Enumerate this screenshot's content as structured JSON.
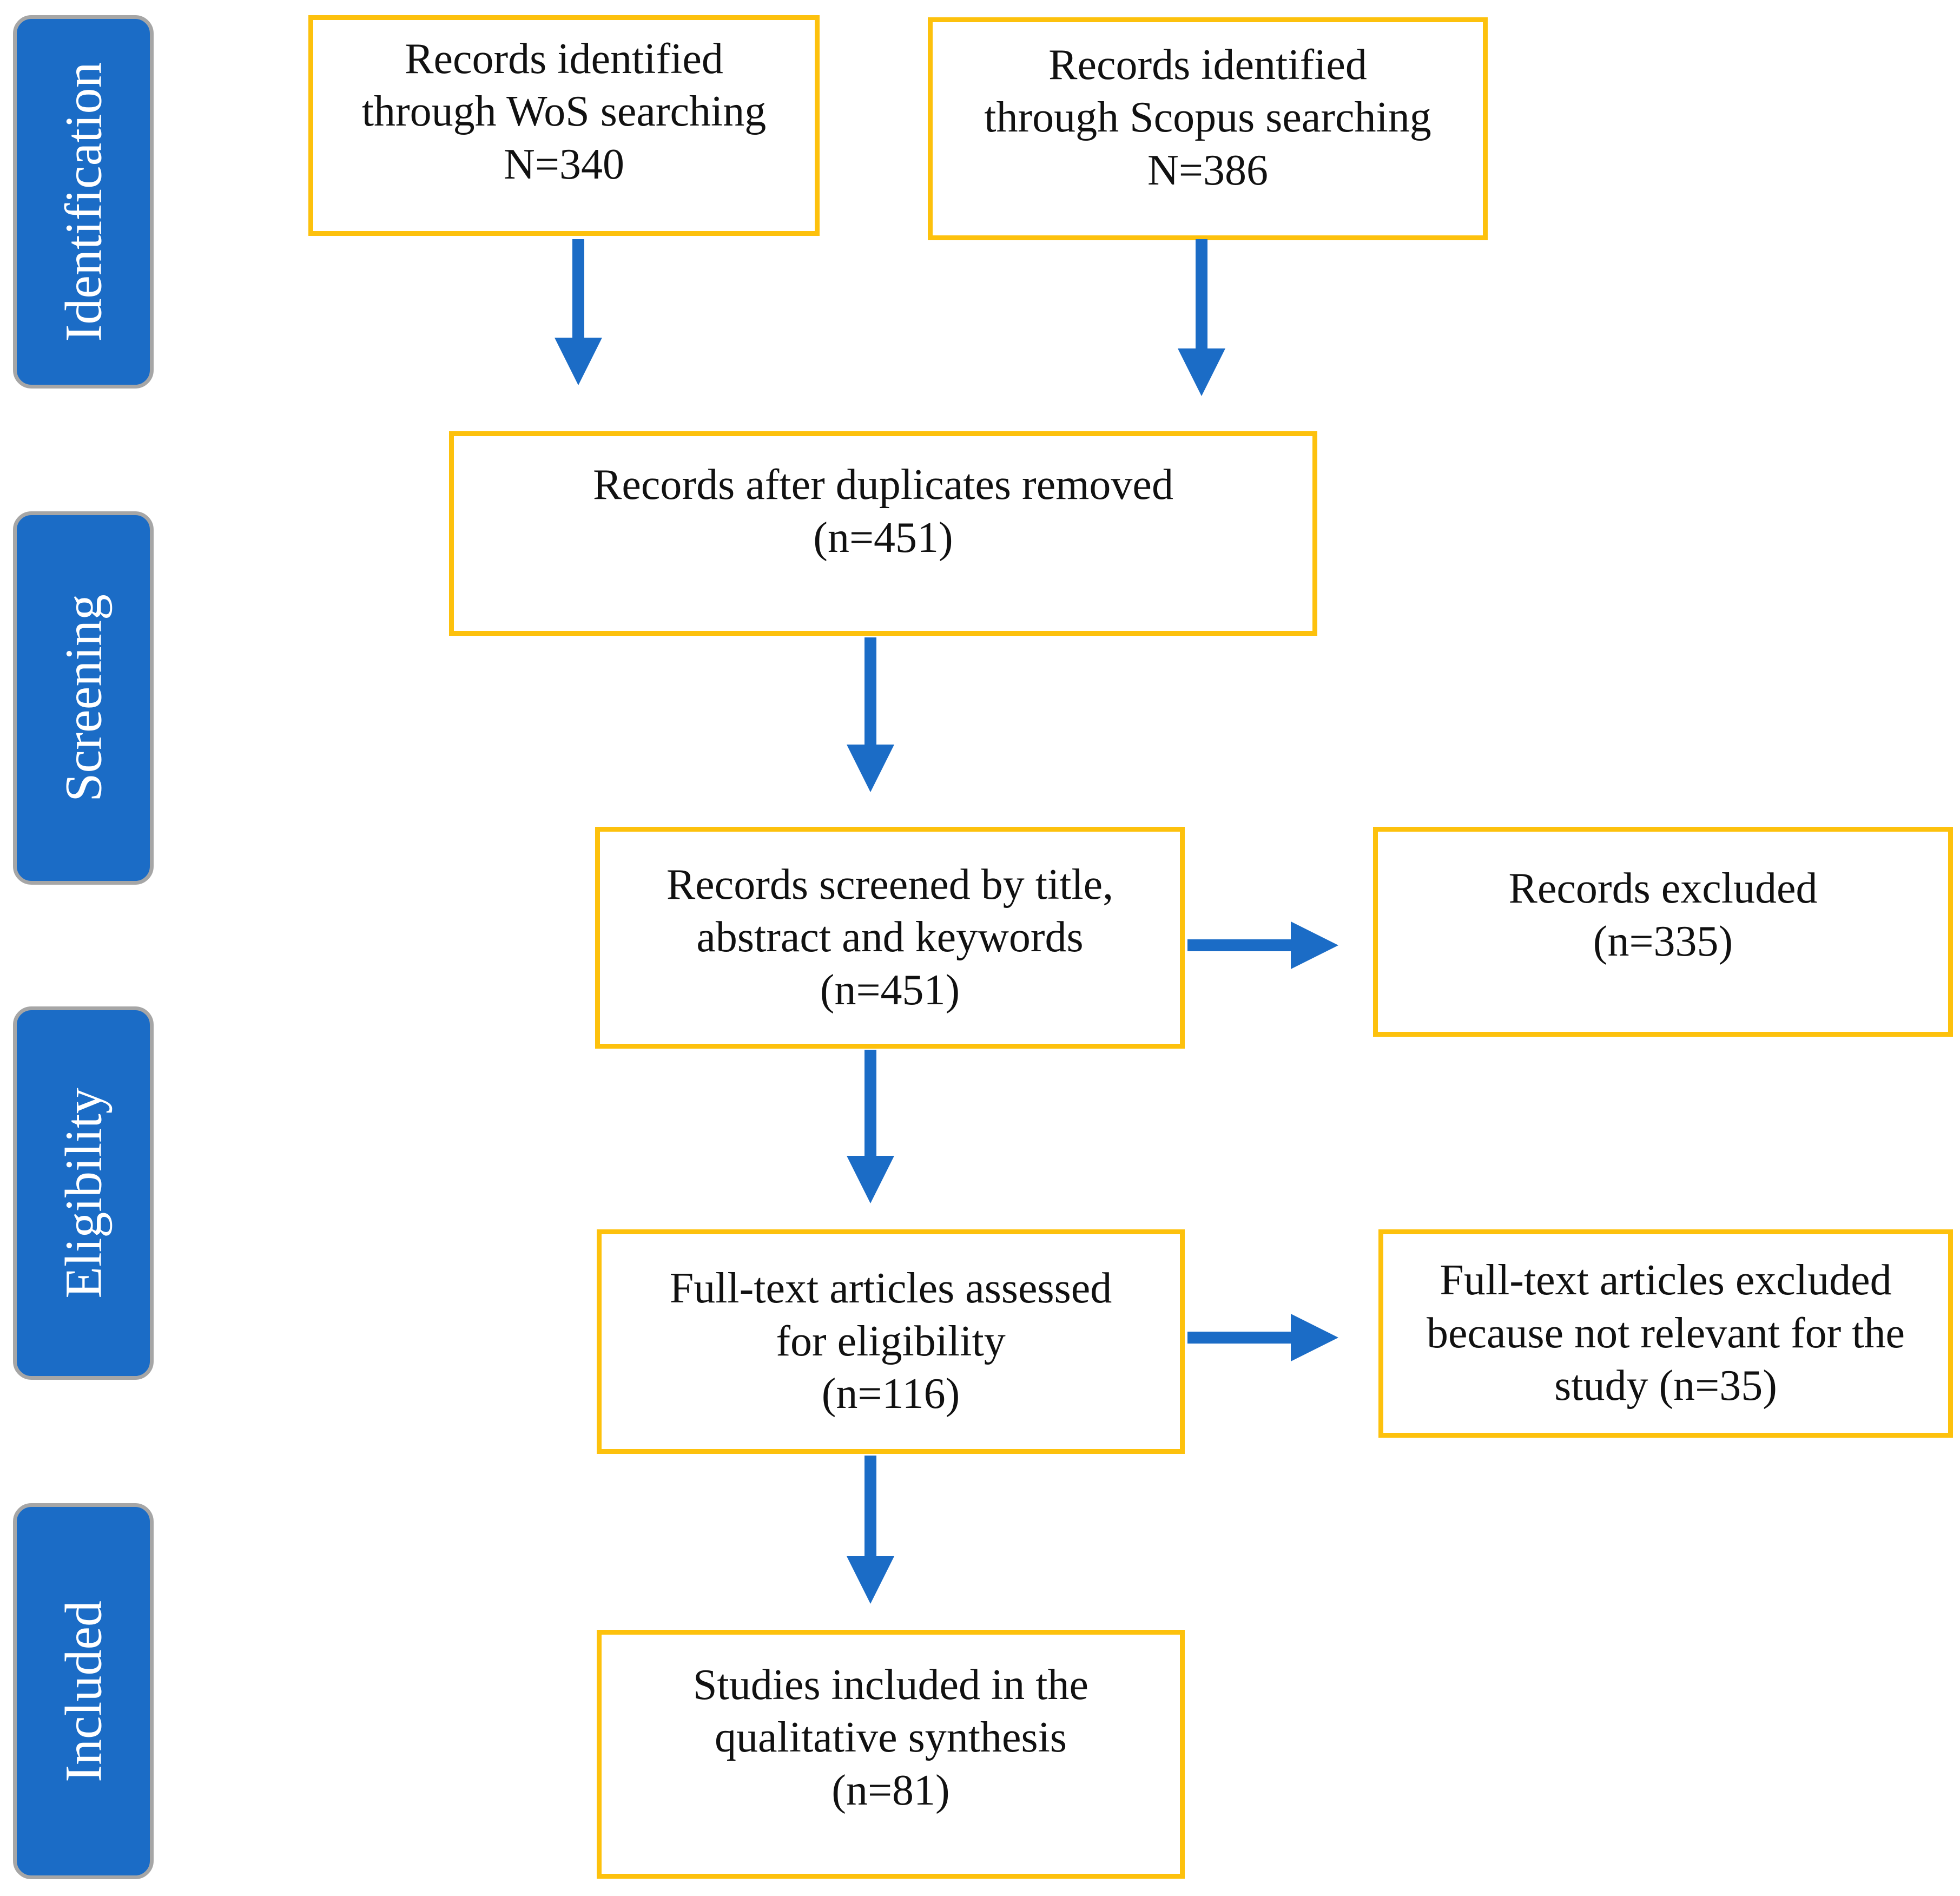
{
  "stages": {
    "identification": "Identification",
    "screening": "Screening",
    "eligibility": "Eligibility",
    "included": "Included"
  },
  "boxes": {
    "wos": {
      "line1": "Records identified",
      "line2": "through WoS searching",
      "line3": "N=340"
    },
    "scopus": {
      "line1": "Records identified",
      "line2": "through Scopus searching",
      "line3": "N=386"
    },
    "duplicates": {
      "line1": "Records after duplicates removed",
      "line2": "(n=451)"
    },
    "screened": {
      "line1": "Records screened by title,",
      "line2": "abstract and keywords",
      "line3": "(n=451)"
    },
    "excluded": {
      "line1": "Records excluded",
      "line2": "(n=335)"
    },
    "fulltext": {
      "line1": "Full-text articles assessed",
      "line2": "for eligibility",
      "line3": "(n=116)"
    },
    "fulltext_excluded": {
      "line1": "Full-text articles excluded",
      "line2": "because not relevant for the",
      "line3": "study (n=35)"
    },
    "included": {
      "line1": "Studies included in the",
      "line2": "qualitative synthesis",
      "line3": "(n=81)"
    }
  },
  "colors": {
    "stage_fill": "#1b6cc6",
    "stage_border": "#a6a6a6",
    "box_border": "#fdc10d",
    "arrow": "#1b6cc6"
  }
}
